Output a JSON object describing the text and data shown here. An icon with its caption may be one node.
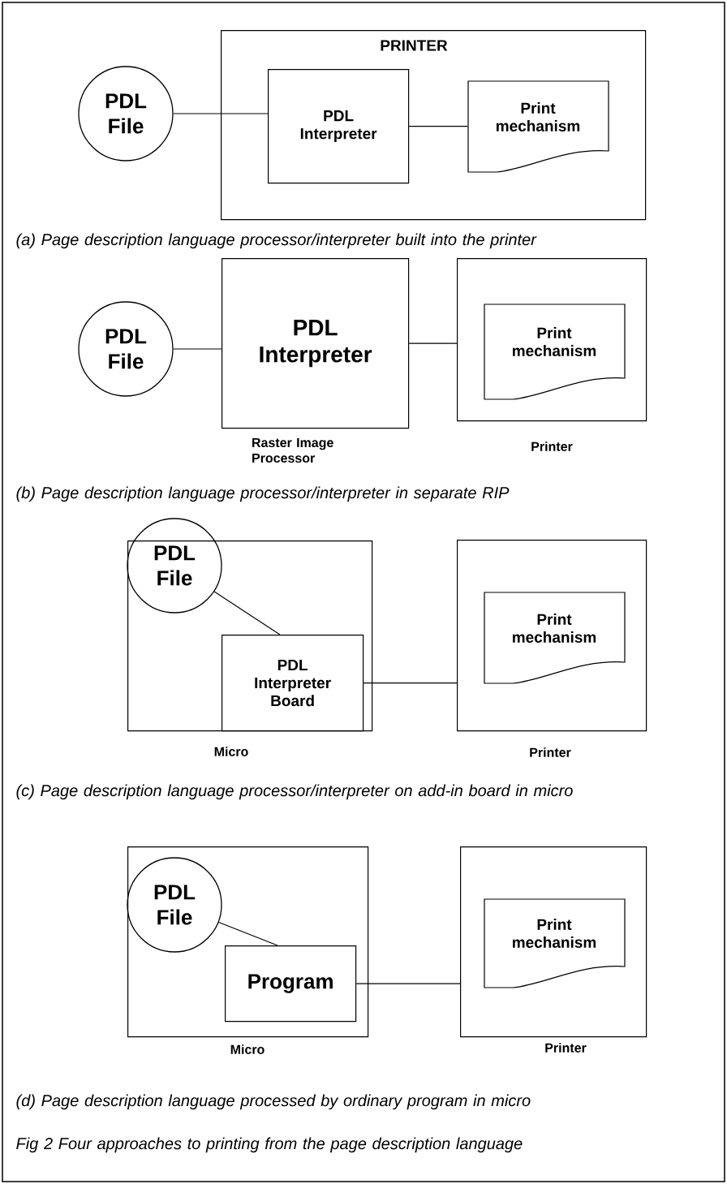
{
  "diagram": {
    "caption": "Fig 2 Four approaches to printing from the page description language",
    "nodes": [
      {
        "text": [
          "PRINTER"
        ]
      },
      {
        "text": [
          "PDL File"
        ]
      },
      {
        "text": [
          "PDL Interpreter"
        ],
        "in": 0
      },
      {
        "text": [
          "Print mechanism"
        ],
        "in": 0
      },
      {
        "text": [
          "PDL File"
        ]
      },
      {
        "text": [
          "PDL Interpreter"
        ],
        "beside": [
          "Raster Image Processor"
        ]
      },
      {
        "text": [
          "Printer"
        ]
      },
      {
        "text": [
          "Print mechanism"
        ],
        "in": 6
      },
      {
        "text": [
          "Micro"
        ]
      },
      {
        "text": [
          "PDL File"
        ]
      },
      {
        "text": [
          "PDL Interpreter Board"
        ],
        "in": 8
      },
      {
        "text": [
          "Printer"
        ]
      },
      {
        "text": [
          "Print mechanism"
        ],
        "in": 11
      },
      {
        "text": [
          "Micro"
        ]
      },
      {
        "text": [
          "PDL File"
        ],
        "in": 13
      },
      {
        "text": [
          "Program"
        ],
        "in": 13
      },
      {
        "text": [
          "Printer"
        ]
      },
      {
        "text": [
          "Print mechanism"
        ],
        "in": 16
      }
    ],
    "edges": [
      {
        "from": 1,
        "to": 2,
        "arrow": "none"
      },
      {
        "from": 2,
        "to": 3,
        "arrow": "none"
      },
      {
        "from": 4,
        "to": 5,
        "arrow": "none"
      },
      {
        "from": 5,
        "to": 6,
        "arrow": "none"
      },
      {
        "from": 9,
        "to": 10,
        "arrow": "none"
      },
      {
        "from": 10,
        "to": 11,
        "arrow": "none"
      },
      {
        "from": 14,
        "to": 15,
        "arrow": "none"
      },
      {
        "from": 15,
        "to": 16,
        "arrow": "none"
      }
    ],
    "labels": [
      "(a) Page description language processor/interpreter built into the printer",
      "(b) Page description language processor/interpreter in separate RIP",
      "(c) Page description language processor/interpreter on add-in board in micro",
      "(d) Page description language processed by ordinary program in micro"
    ]
  }
}
